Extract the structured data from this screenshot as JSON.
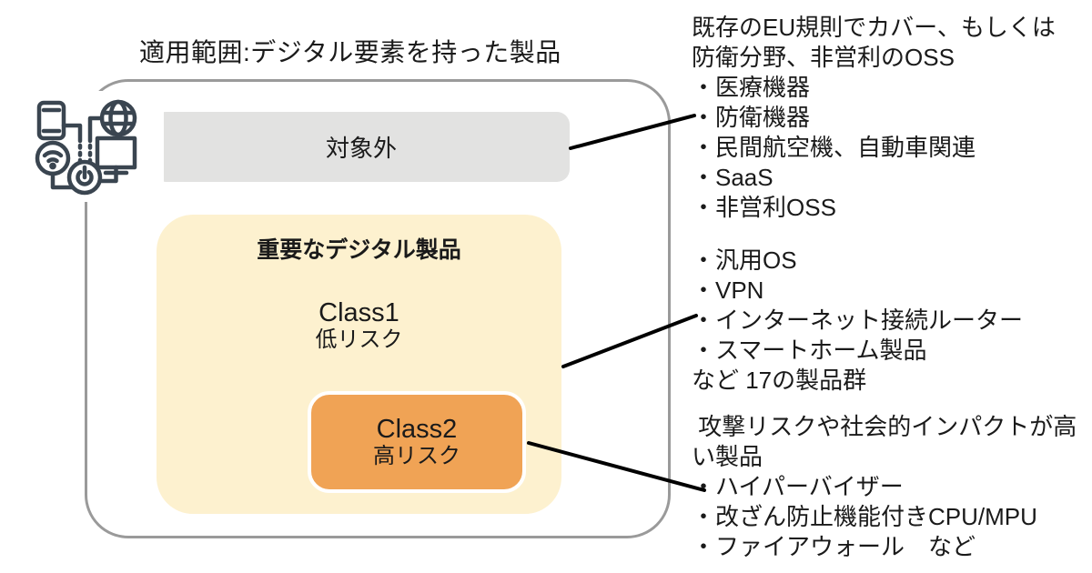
{
  "title": "適用範囲:デジタル要素を持った製品",
  "diagram": {
    "excluded_box": {
      "label": "対象外"
    },
    "important_box": {
      "title": "重要なデジタル製品",
      "class1": {
        "name": "Class1",
        "risk": "低リスク"
      },
      "class2": {
        "name": "Class2",
        "risk": "高リスク"
      }
    }
  },
  "annotations": {
    "excluded": {
      "lines": [
        "既存のEU規則でカバー、もしくは",
        "防衛分野、非営利のOSS",
        "・医療機器",
        "・防衛機器",
        "・民間航空機、自動車関連",
        "・SaaS",
        "・非営利OSS"
      ]
    },
    "class1": {
      "lines": [
        "・汎用OS",
        "・VPN",
        "・インターネット接続ルーター",
        "・スマートホーム製品",
        "など 17の製品群"
      ]
    },
    "class2": {
      "lines": [
        " 攻撃リスクや社会的インパクトが高",
        "い製品",
        "・ハイパーバイザー",
        "・改ざん防止機能付きCPU/MPU",
        "・ファイアウォール　など"
      ]
    }
  },
  "colors": {
    "outer_border": "#9a9a9a",
    "excluded_fill": "#e2e2e1",
    "important_fill": "#fdf1cf",
    "class2_fill": "#f0a355",
    "class2_border": "#ffffff",
    "connector_line": "#000000",
    "icon_stroke": "#3a4550",
    "text": "#1a1a1a"
  }
}
